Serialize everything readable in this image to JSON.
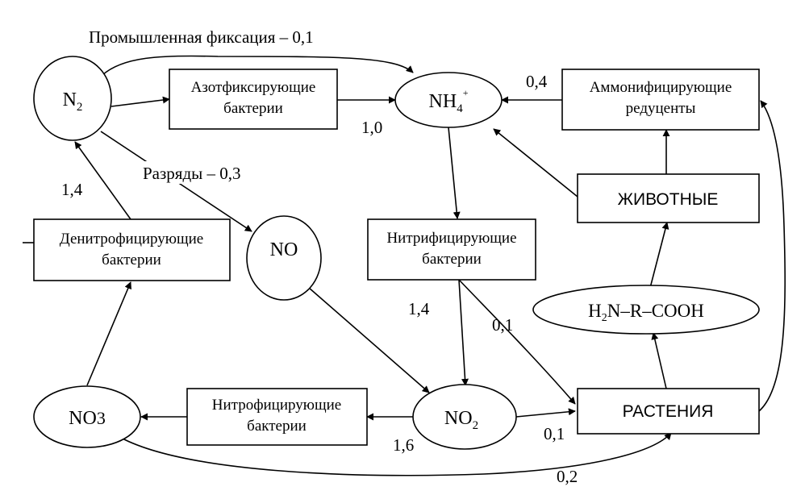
{
  "nodes": {
    "n2": {
      "label": "N",
      "sub": "2"
    },
    "nh4": {
      "label": "NH",
      "sub": "4",
      "sup": "+"
    },
    "no": {
      "label": "NO"
    },
    "no2": {
      "label": "NO",
      "sub": "2"
    },
    "no3": {
      "label": "NO",
      "sub": "3"
    },
    "amino": {
      "label": "H",
      "sub": "2",
      "rest": "N–R–COOH"
    },
    "azotfix": {
      "line1": "Азотфиксирующие",
      "line2": "бактерии"
    },
    "ammon": {
      "line1": "Аммонифицирующие",
      "line2": "редуценты"
    },
    "animals": {
      "label": "ЖИВОТНЫЕ"
    },
    "plants": {
      "label": "РАСТЕНИЯ"
    },
    "nitrif": {
      "line1": "Нитрифицирующие",
      "line2": "бактерии"
    },
    "denitrif": {
      "line1": "Денитрофицирующие",
      "line2": "бактерии"
    },
    "nitrof": {
      "line1": "Нитрофицирующие",
      "line2": "бактерии"
    }
  },
  "labels": {
    "industrial": "Промышленная фиксация – 0,1",
    "discharges": "Разряды – 0,3",
    "azot_to_nh4": "1,0",
    "ammon_to_nh4": "0,4",
    "denitrif_to_n2": "1,4",
    "nitrif_to_no2": "1,4",
    "nitrif_to_plants": "0,1",
    "no2_to_plants": "0,1",
    "no2_to_nitrof": "1,6",
    "no3_to_plants": "0,2"
  }
}
